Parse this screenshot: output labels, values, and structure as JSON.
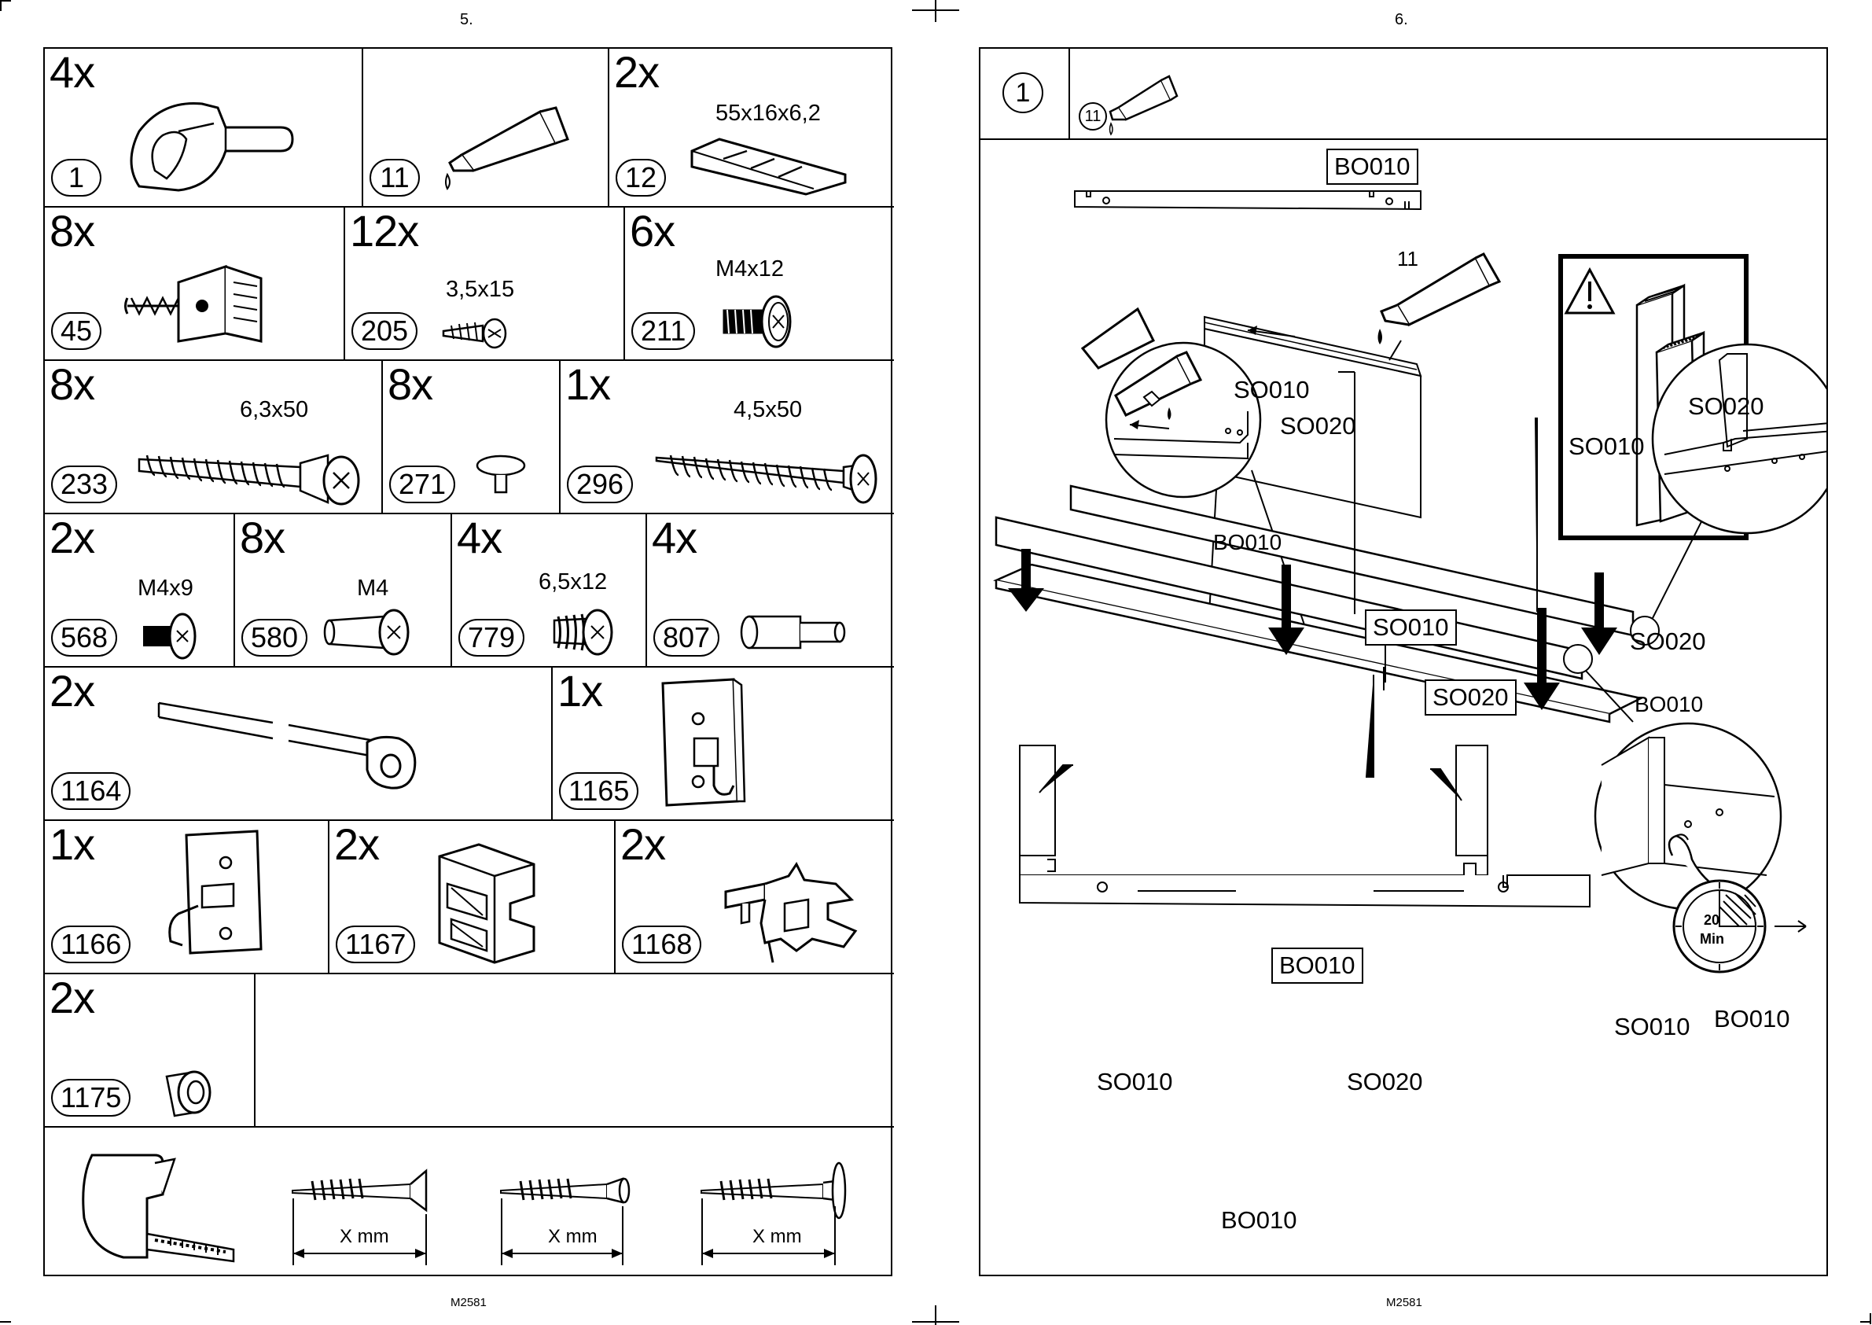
{
  "left_page": {
    "page_number": "5.",
    "footer": "M2581",
    "parts": [
      {
        "qty": "4x",
        "part": "1",
        "dim": "",
        "icon": "cam-lock-icon"
      },
      {
        "qty": "",
        "part": "11",
        "dim": "",
        "icon": "glue-tube-icon"
      },
      {
        "qty": "2x",
        "part": "12",
        "dim": "55x16x6,2",
        "icon": "shim-wedge-icon"
      },
      {
        "qty": "8x",
        "part": "45",
        "dim": "",
        "icon": "corner-bracket-icon"
      },
      {
        "qty": "12x",
        "part": "205",
        "dim": "3,5x15",
        "icon": "screw-icon"
      },
      {
        "qty": "6x",
        "part": "211",
        "dim": "M4x12",
        "icon": "bolt-icon"
      },
      {
        "qty": "8x",
        "part": "233",
        "dim": "6,3x50",
        "icon": "cam-bolt-icon"
      },
      {
        "qty": "8x",
        "part": "271",
        "dim": "",
        "icon": "cap-icon"
      },
      {
        "qty": "1x",
        "part": "296",
        "dim": "4,5x50",
        "icon": "long-screw-icon"
      },
      {
        "qty": "2x",
        "part": "568",
        "dim": "M4x9",
        "icon": "bolt-icon"
      },
      {
        "qty": "8x",
        "part": "580",
        "dim": "M4",
        "icon": "sleeve-nut-icon"
      },
      {
        "qty": "4x",
        "part": "779",
        "dim": "6,5x12",
        "icon": "screw-icon"
      },
      {
        "qty": "4x",
        "part": "807",
        "dim": "",
        "icon": "dowel-pin-icon"
      },
      {
        "qty": "2x",
        "part": "1164",
        "dim": "",
        "icon": "strap-icon"
      },
      {
        "qty": "1x",
        "part": "1165",
        "dim": "",
        "icon": "hook-plate-icon"
      },
      {
        "qty": "1x",
        "part": "1166",
        "dim": "",
        "icon": "hook-plate-icon"
      },
      {
        "qty": "2x",
        "part": "1167",
        "dim": "",
        "icon": "clip-block-icon"
      },
      {
        "qty": "2x",
        "part": "1168",
        "dim": "",
        "icon": "latch-icon"
      },
      {
        "qty": "2x",
        "part": "1175",
        "dim": "",
        "icon": "bushing-icon"
      }
    ],
    "measure_labels": [
      "X mm",
      "X mm",
      "X mm"
    ]
  },
  "right_page": {
    "page_number": "6.",
    "footer": "M2581",
    "step_number": "1",
    "step_part": "11",
    "labels": {
      "bo010_top": "BO010",
      "glue_num": "11",
      "so010_a": "SO010",
      "so020_a": "SO020",
      "warn_so010": "SO010",
      "warn_so020": "SO020",
      "circle_bo010": "BO010",
      "so010_box": "SO010",
      "so020_box": "SO020",
      "detail_so020": "SO020",
      "detail_bo010": "BO010",
      "bo010_box": "BO010",
      "detail2_so010": "SO010",
      "detail2_bo010": "BO010",
      "bottom_so010": "SO010",
      "bottom_so020": "SO020",
      "bottom_bo010": "BO010"
    },
    "timer": {
      "value": "20",
      "unit": "Min"
    }
  }
}
